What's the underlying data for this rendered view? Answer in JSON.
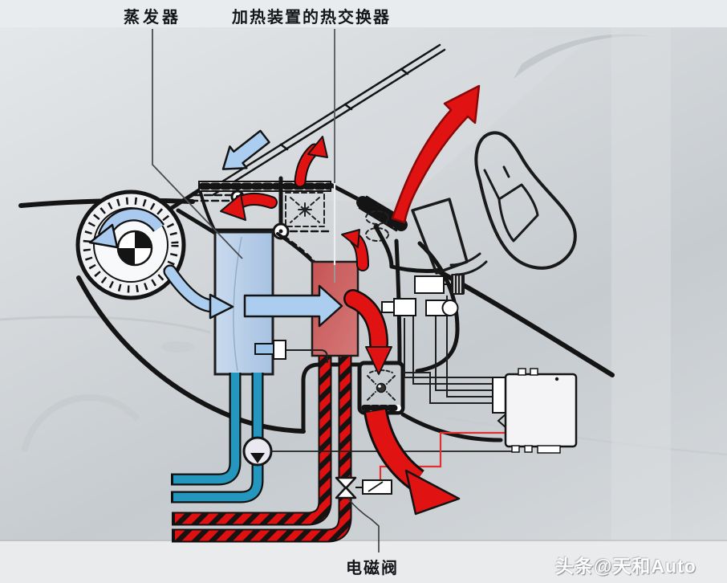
{
  "labels": {
    "evaporator": "蒸发器",
    "heater_core": "加热装置的热交换器",
    "solenoid_valve": "电磁阀"
  },
  "watermark": {
    "text": "头条@天和Auto"
  },
  "colors": {
    "cold_air_arrow": "#aacdf0",
    "hot_air_arrow": "#e01212",
    "evaporator_fill": "#b9cfe9",
    "heater_core_fill": "#ca5f5f",
    "coolant_pipe": "#2596be",
    "heater_hose_red": "#e01010",
    "line_art": "#141414",
    "background": "#cfd4d8"
  }
}
